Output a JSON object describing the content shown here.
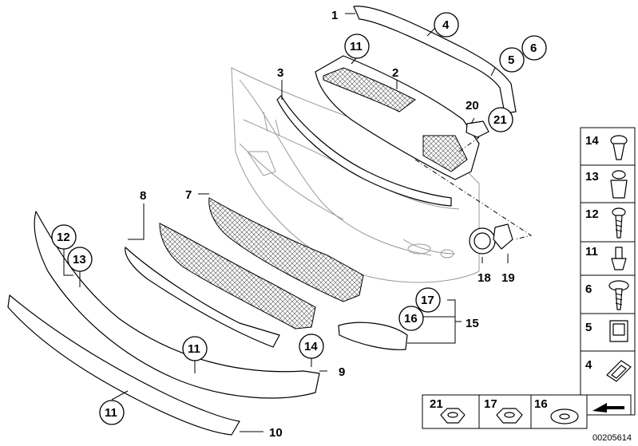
{
  "diagram_code": "00205614",
  "labels": {
    "l1": "1",
    "l2": "2",
    "l3": "3",
    "l4": "4",
    "l5": "5",
    "l6": "6",
    "l7": "7",
    "l8": "8",
    "l9": "9",
    "l10": "10",
    "l11": "11",
    "l12": "12",
    "l13": "13",
    "l14": "14",
    "l15": "15",
    "l16": "16",
    "l17": "17",
    "l18": "18",
    "l19": "19",
    "l20": "20",
    "l21": "21"
  },
  "sidebar": [
    {
      "label": "14",
      "icon": "push-rivet-icon"
    },
    {
      "label": "13",
      "icon": "expanding-rivet-icon"
    },
    {
      "label": "12",
      "icon": "screw-icon"
    },
    {
      "label": "11",
      "icon": "clip-pin-icon"
    },
    {
      "label": "6",
      "icon": "flange-screw-icon"
    },
    {
      "label": "5",
      "icon": "clip-nut-icon"
    },
    {
      "label": "4",
      "icon": "spring-clip-icon"
    }
  ],
  "bottom_row": [
    {
      "label": "21",
      "icon": "hex-nut-icon"
    },
    {
      "label": "17",
      "icon": "hex-nut-large-icon"
    },
    {
      "label": "16",
      "icon": "washer-icon"
    }
  ]
}
